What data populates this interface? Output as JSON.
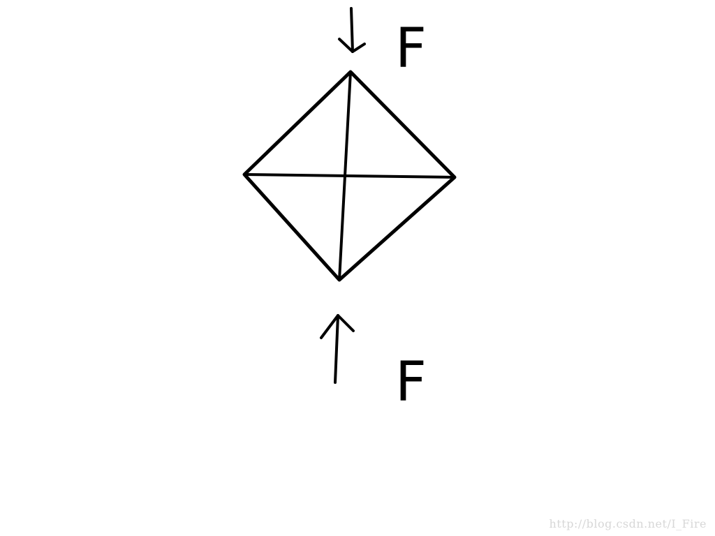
{
  "diagram": {
    "top_force_label": "F",
    "bottom_force_label": "F"
  },
  "watermark": {
    "text": "http://blog.csdn.net/I_Fire"
  },
  "colors": {
    "ink": "#000000",
    "background": "#ffffff",
    "watermark": "#d7d7d7"
  }
}
